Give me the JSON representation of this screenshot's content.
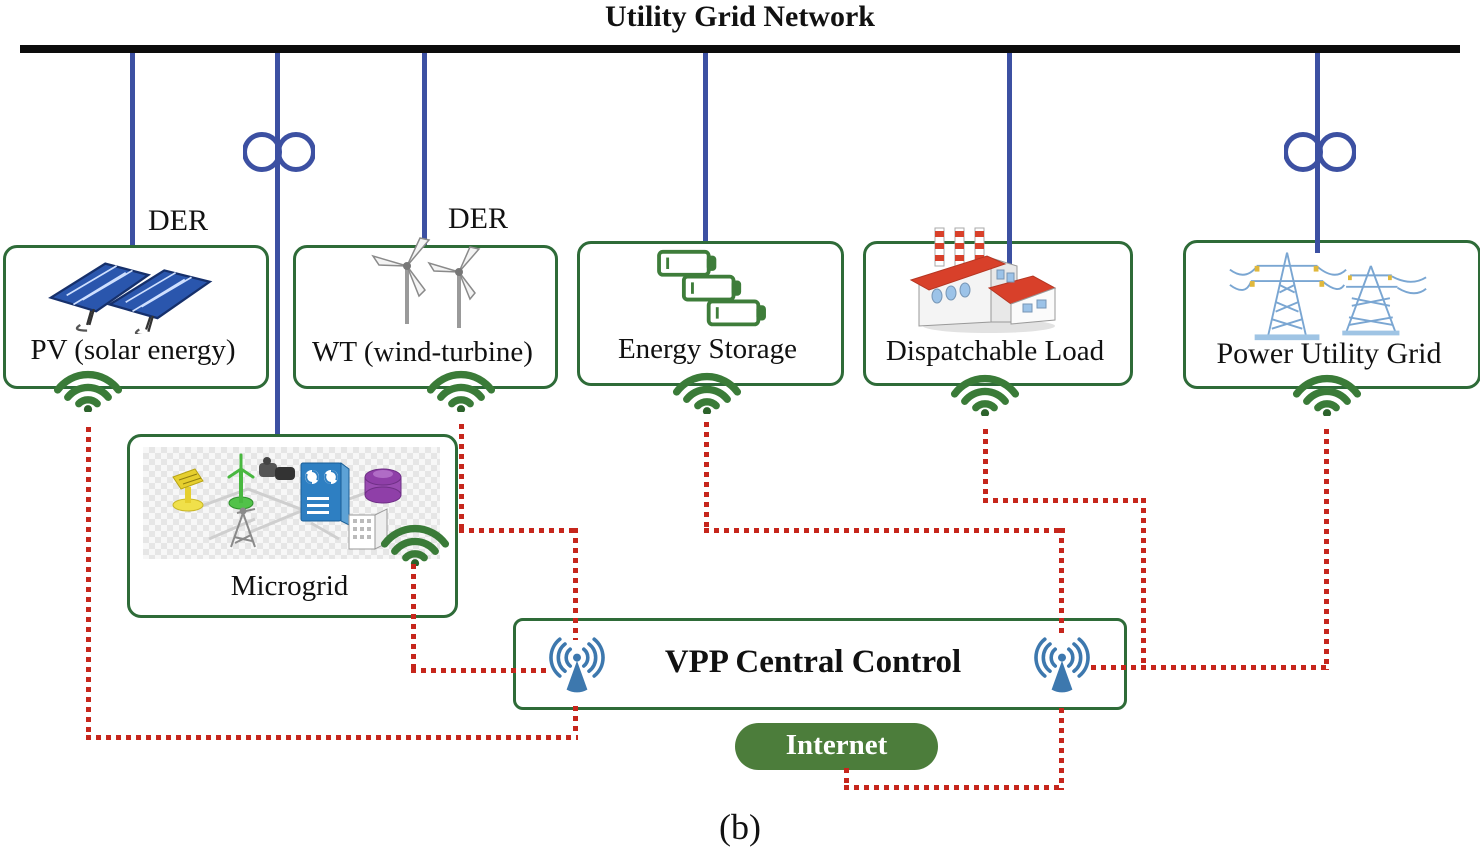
{
  "title": "Utility Grid Network",
  "caption": "(b)",
  "der_label": "DER",
  "nodes": [
    {
      "id": "pv",
      "label": "PV (solar energy)",
      "icon": "solar-panel-icon"
    },
    {
      "id": "wt",
      "label": "WT (wind-turbine)",
      "icon": "wind-turbine-icon"
    },
    {
      "id": "es",
      "label": "Energy Storage",
      "icon": "battery-icon"
    },
    {
      "id": "dl",
      "label": "Dispatchable Load",
      "icon": "factory-icon"
    },
    {
      "id": "pug",
      "label": "Power Utility Grid",
      "icon": "transmission-tower-icon"
    }
  ],
  "microgrid": {
    "label": "Microgrid",
    "icon": "microgrid-illustration"
  },
  "vpp": {
    "label": "VPP Central Control",
    "icon": "radio-antenna-icon"
  },
  "internet": {
    "label": "Internet"
  },
  "icons": [
    "wifi-icon",
    "transformer-icon",
    "solar-panel-icon",
    "wind-turbine-icon",
    "battery-icon",
    "factory-icon",
    "transmission-tower-icon",
    "radio-antenna-icon"
  ],
  "colors": {
    "bus": "#0c0c0c",
    "feeder_blue": "#3c50a2",
    "box_green": "#2e6b38",
    "wifi_green": "#3a7b38",
    "dotted_red": "#c6261c",
    "antenna_blue": "#3d78ae",
    "internet_green": "#4c7d3b"
  }
}
